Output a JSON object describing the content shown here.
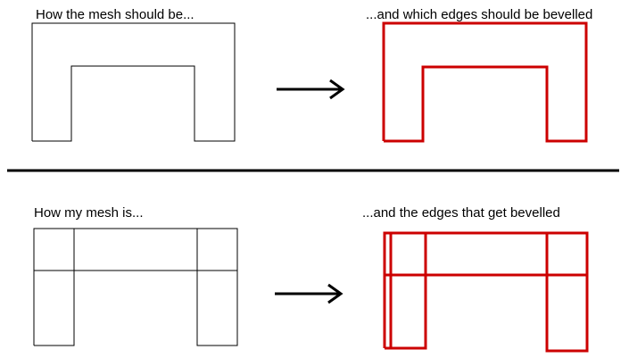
{
  "captions": {
    "top_left": "How the mesh should be...",
    "top_right": "...and which edges should be bevelled",
    "bottom_left": "How my mesh is...",
    "bottom_right": "...and the edges that get bevelled"
  },
  "colors": {
    "outline": "#000000",
    "bevel_edge": "#cc0000",
    "divider": "#000000",
    "background": "#ffffff"
  }
}
